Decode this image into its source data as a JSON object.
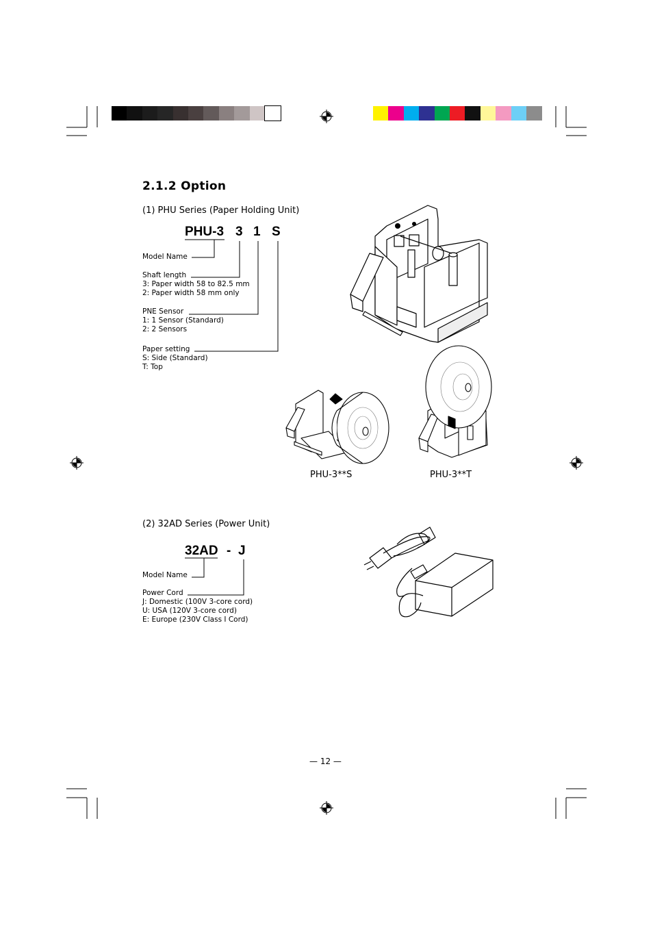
{
  "swatches_gray": [
    "#000000",
    "#111111",
    "#1c1c1c",
    "#262626",
    "#383030",
    "#4a4040",
    "#635a5a",
    "#8a8080",
    "#a39a9a",
    "#cfc5c5",
    "#ffffff"
  ],
  "swatches_color": [
    "#fff200",
    "#ec008c",
    "#00aeef",
    "#2e3192",
    "#00a651",
    "#ed1c24",
    "#111111",
    "#fff799",
    "#f49ac1",
    "#6dcff6",
    "#8c8c8c"
  ],
  "section_title": "2.1.2  Option",
  "phu": {
    "heading": "(1)   PHU Series (Paper Holding Unit)",
    "code": {
      "prefix": "PHU-3",
      "shaft": "3",
      "sensor": "1",
      "setting": "S"
    },
    "model_name": "Model Name",
    "shaft": [
      "Shaft length",
      "3: Paper width 58 to 82.5 mm",
      "2: Paper width 58 mm only"
    ],
    "sensor": [
      "PNE Sensor",
      "1: 1 Sensor (Standard)",
      "2: 2 Sensors"
    ],
    "setting": [
      "Paper setting",
      "S: Side (Standard)",
      "T: Top"
    ],
    "caption_side": "PHU-3**S",
    "caption_top": "PHU-3**T"
  },
  "ad": {
    "heading": "(2)   32AD Series (Power Unit)",
    "code": {
      "prefix": "32AD",
      "dash": "-",
      "cord": "J"
    },
    "model_name": "Model Name",
    "cord": [
      "Power Cord",
      "J: Domestic (100V 3-core cord)",
      "U: USA (120V 3-core cord)",
      "E: Europe (230V Class I Cord)"
    ]
  },
  "page_number": "— 12 —"
}
